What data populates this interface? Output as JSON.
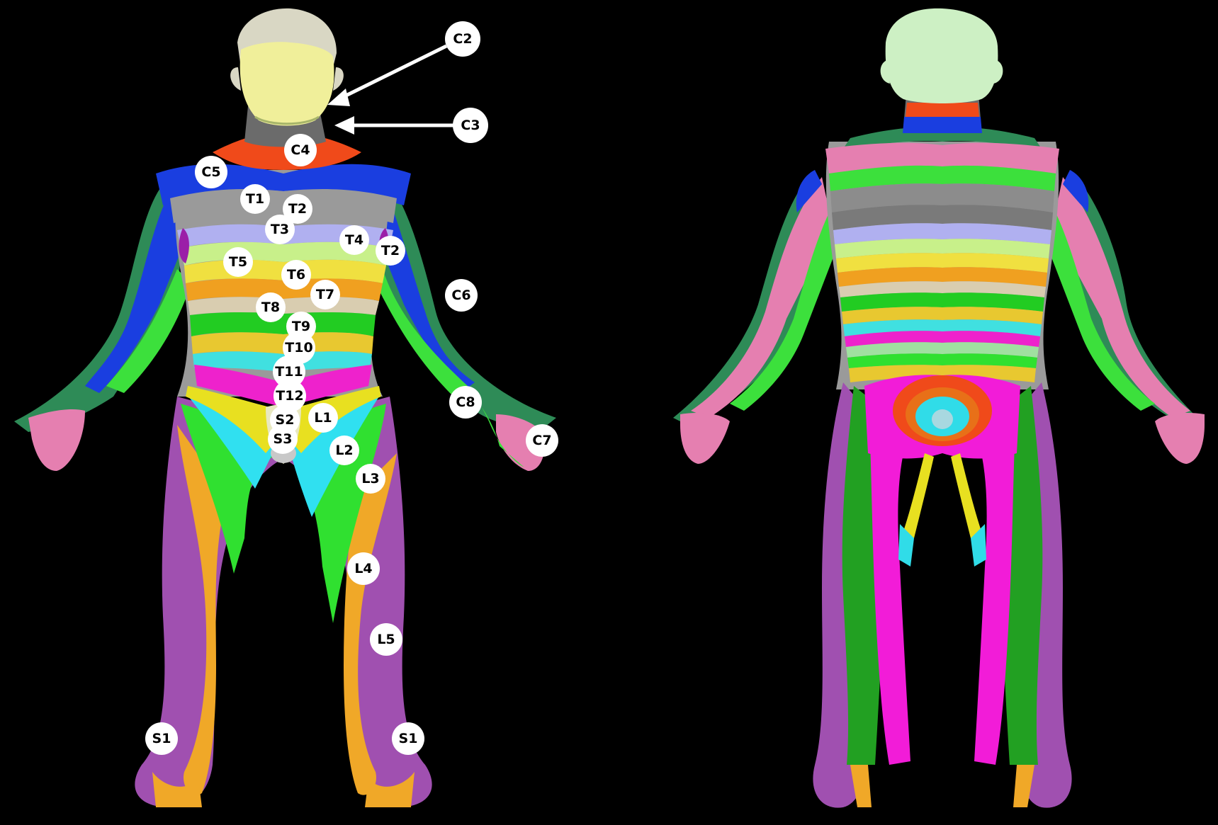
{
  "views": [
    {
      "id": "anterior"
    },
    {
      "id": "posterior"
    }
  ],
  "labels": {
    "c2": "C2",
    "c3": "C3",
    "c4": "C4",
    "c5": "C5",
    "c6": "C6",
    "c7": "C7",
    "c8": "C8",
    "t1": "T1",
    "t2a": "T2",
    "t2b": "T2",
    "t3": "T3",
    "t4": "T4",
    "t5": "T5",
    "t6": "T6",
    "t7": "T7",
    "t8": "T8",
    "t9": "T9",
    "t10": "T10",
    "t11": "T11",
    "t12": "T12",
    "l1": "L1",
    "l2": "L2",
    "l3": "L3",
    "l4": "L4",
    "l5": "L5",
    "s1a": "S1",
    "s1b": "S1",
    "s2": "S2",
    "s3": "S3"
  },
  "colors": {
    "background": "#000000",
    "head": "#f0ef9a",
    "hair": "#d9d7c4",
    "head_back": "#cdf0c4",
    "c3": "#6b6b6b",
    "c4": "#f04a1a",
    "c5": "#1a3ee0",
    "c6": "#2e8b57",
    "t1": "#9a9a9a",
    "t3": "#b0b0f0",
    "t4": "#c8f08a",
    "t6": "#f0e040",
    "t7": "#f0a020",
    "t8": "#d9cdb0",
    "t9": "#22cc22",
    "t10": "#e8c830",
    "t11": "#40e0e0",
    "t12": "#ee22cc",
    "l1": "#e8e020",
    "l2": "#30e0f0",
    "l3": "#30e030",
    "l4": "#f0a828",
    "l5": "#a050b0",
    "c8": "#e57fb0",
    "s2": "#f21cd8",
    "s3": "#30dce8",
    "arrow": "#ffffff",
    "label_bg": "#ffffff",
    "label_text": "#000000"
  }
}
